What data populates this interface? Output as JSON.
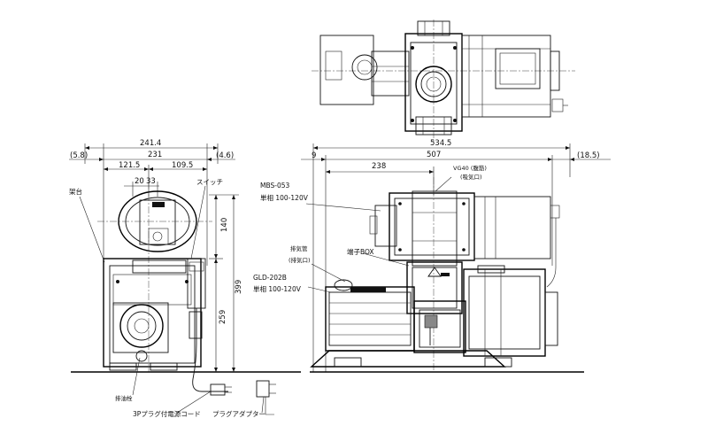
{
  "dimensions": {
    "left_overall_offset": "(5.8)",
    "left_width_total": "241.4",
    "left_width_231": "231",
    "left_width_right_offset": "(4.6)",
    "left_121_5": "121.5",
    "left_109_5": "109.5",
    "left_20": "20",
    "left_33": "33",
    "left_height_399": "399",
    "left_height_259": "259",
    "left_height_140": "140",
    "right_9": "9",
    "right_534_5": "534.5",
    "right_507": "507",
    "right_18_5": "(18.5)",
    "right_238": "238"
  },
  "labels": {
    "base": "架台",
    "switch": "スイッチ",
    "drain": "排油栓",
    "plug_cord": "3Pプラグ付電源コード",
    "plug_adapter": "プラグアダプター",
    "mbs_model": "MBS-053",
    "mbs_power": "単相 100-120V",
    "vg40": "VG40 (腹筋)",
    "vg40_sub": "(吸気口)",
    "exhaust": "排気管",
    "exhaust_sub": "(排気口)",
    "terminal": "端子BOX",
    "gld_model": "GLD-202B",
    "gld_power": "単相 100-120V"
  }
}
